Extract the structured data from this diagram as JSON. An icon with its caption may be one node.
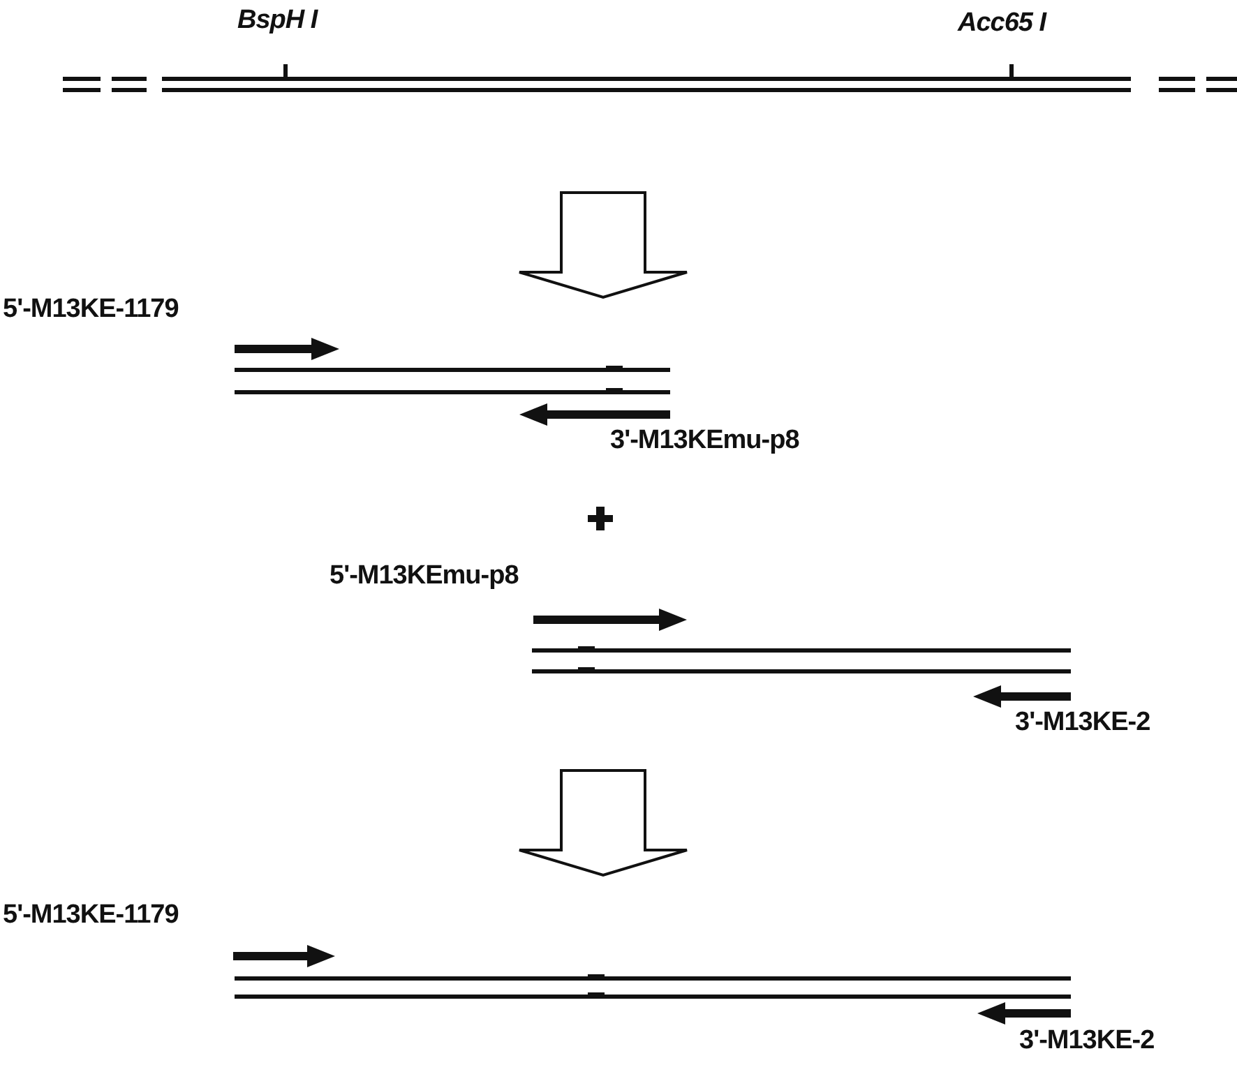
{
  "diagram": {
    "labels": [
      "BspH I",
      "Acc65 I",
      "5'-M13KE-1179",
      "3'-M13KEmu-p8",
      "5'-M13KEmu-p8",
      "3'-M13KE-2",
      "5'-M13KE-1179",
      "3'-M13KE-2"
    ]
  }
}
